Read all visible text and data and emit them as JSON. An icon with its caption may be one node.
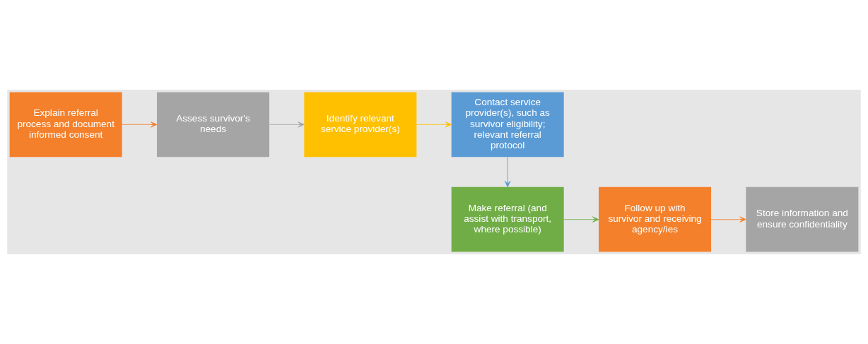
{
  "diagram": {
    "nodes": [
      {
        "text": [
          "Explain referral process and document informed consent"
        ]
      },
      {
        "text": [
          "Assess survivor's needs"
        ]
      },
      {
        "text": [
          "Identify relevant service provider(s)"
        ]
      },
      {
        "text": [
          "Contact service provider(s), such as survivor eligibility; relevant referral protocol"
        ]
      },
      {
        "text": [
          "Make referral (and assist with transport, where possible)"
        ]
      },
      {
        "text": [
          "Follow up with survivor and receiving agency/ies"
        ]
      },
      {
        "text": [
          "Store information and ensure confidentiality"
        ]
      }
    ],
    "edges": [
      {
        "from": 0,
        "to": 1,
        "arrow": "to",
        "color": "#f4802b"
      },
      {
        "from": 1,
        "to": 2,
        "arrow": "to",
        "color": "#a5a5a5"
      },
      {
        "from": 2,
        "to": 3,
        "arrow": "to",
        "color": "#ffc000"
      },
      {
        "from": 3,
        "to": 4,
        "arrow": "to",
        "color": "#5b9bd5"
      },
      {
        "from": 4,
        "to": 5,
        "arrow": "to",
        "color": "#70ad47"
      },
      {
        "from": 5,
        "to": 6,
        "arrow": "to",
        "color": "#f4802b"
      }
    ]
  }
}
